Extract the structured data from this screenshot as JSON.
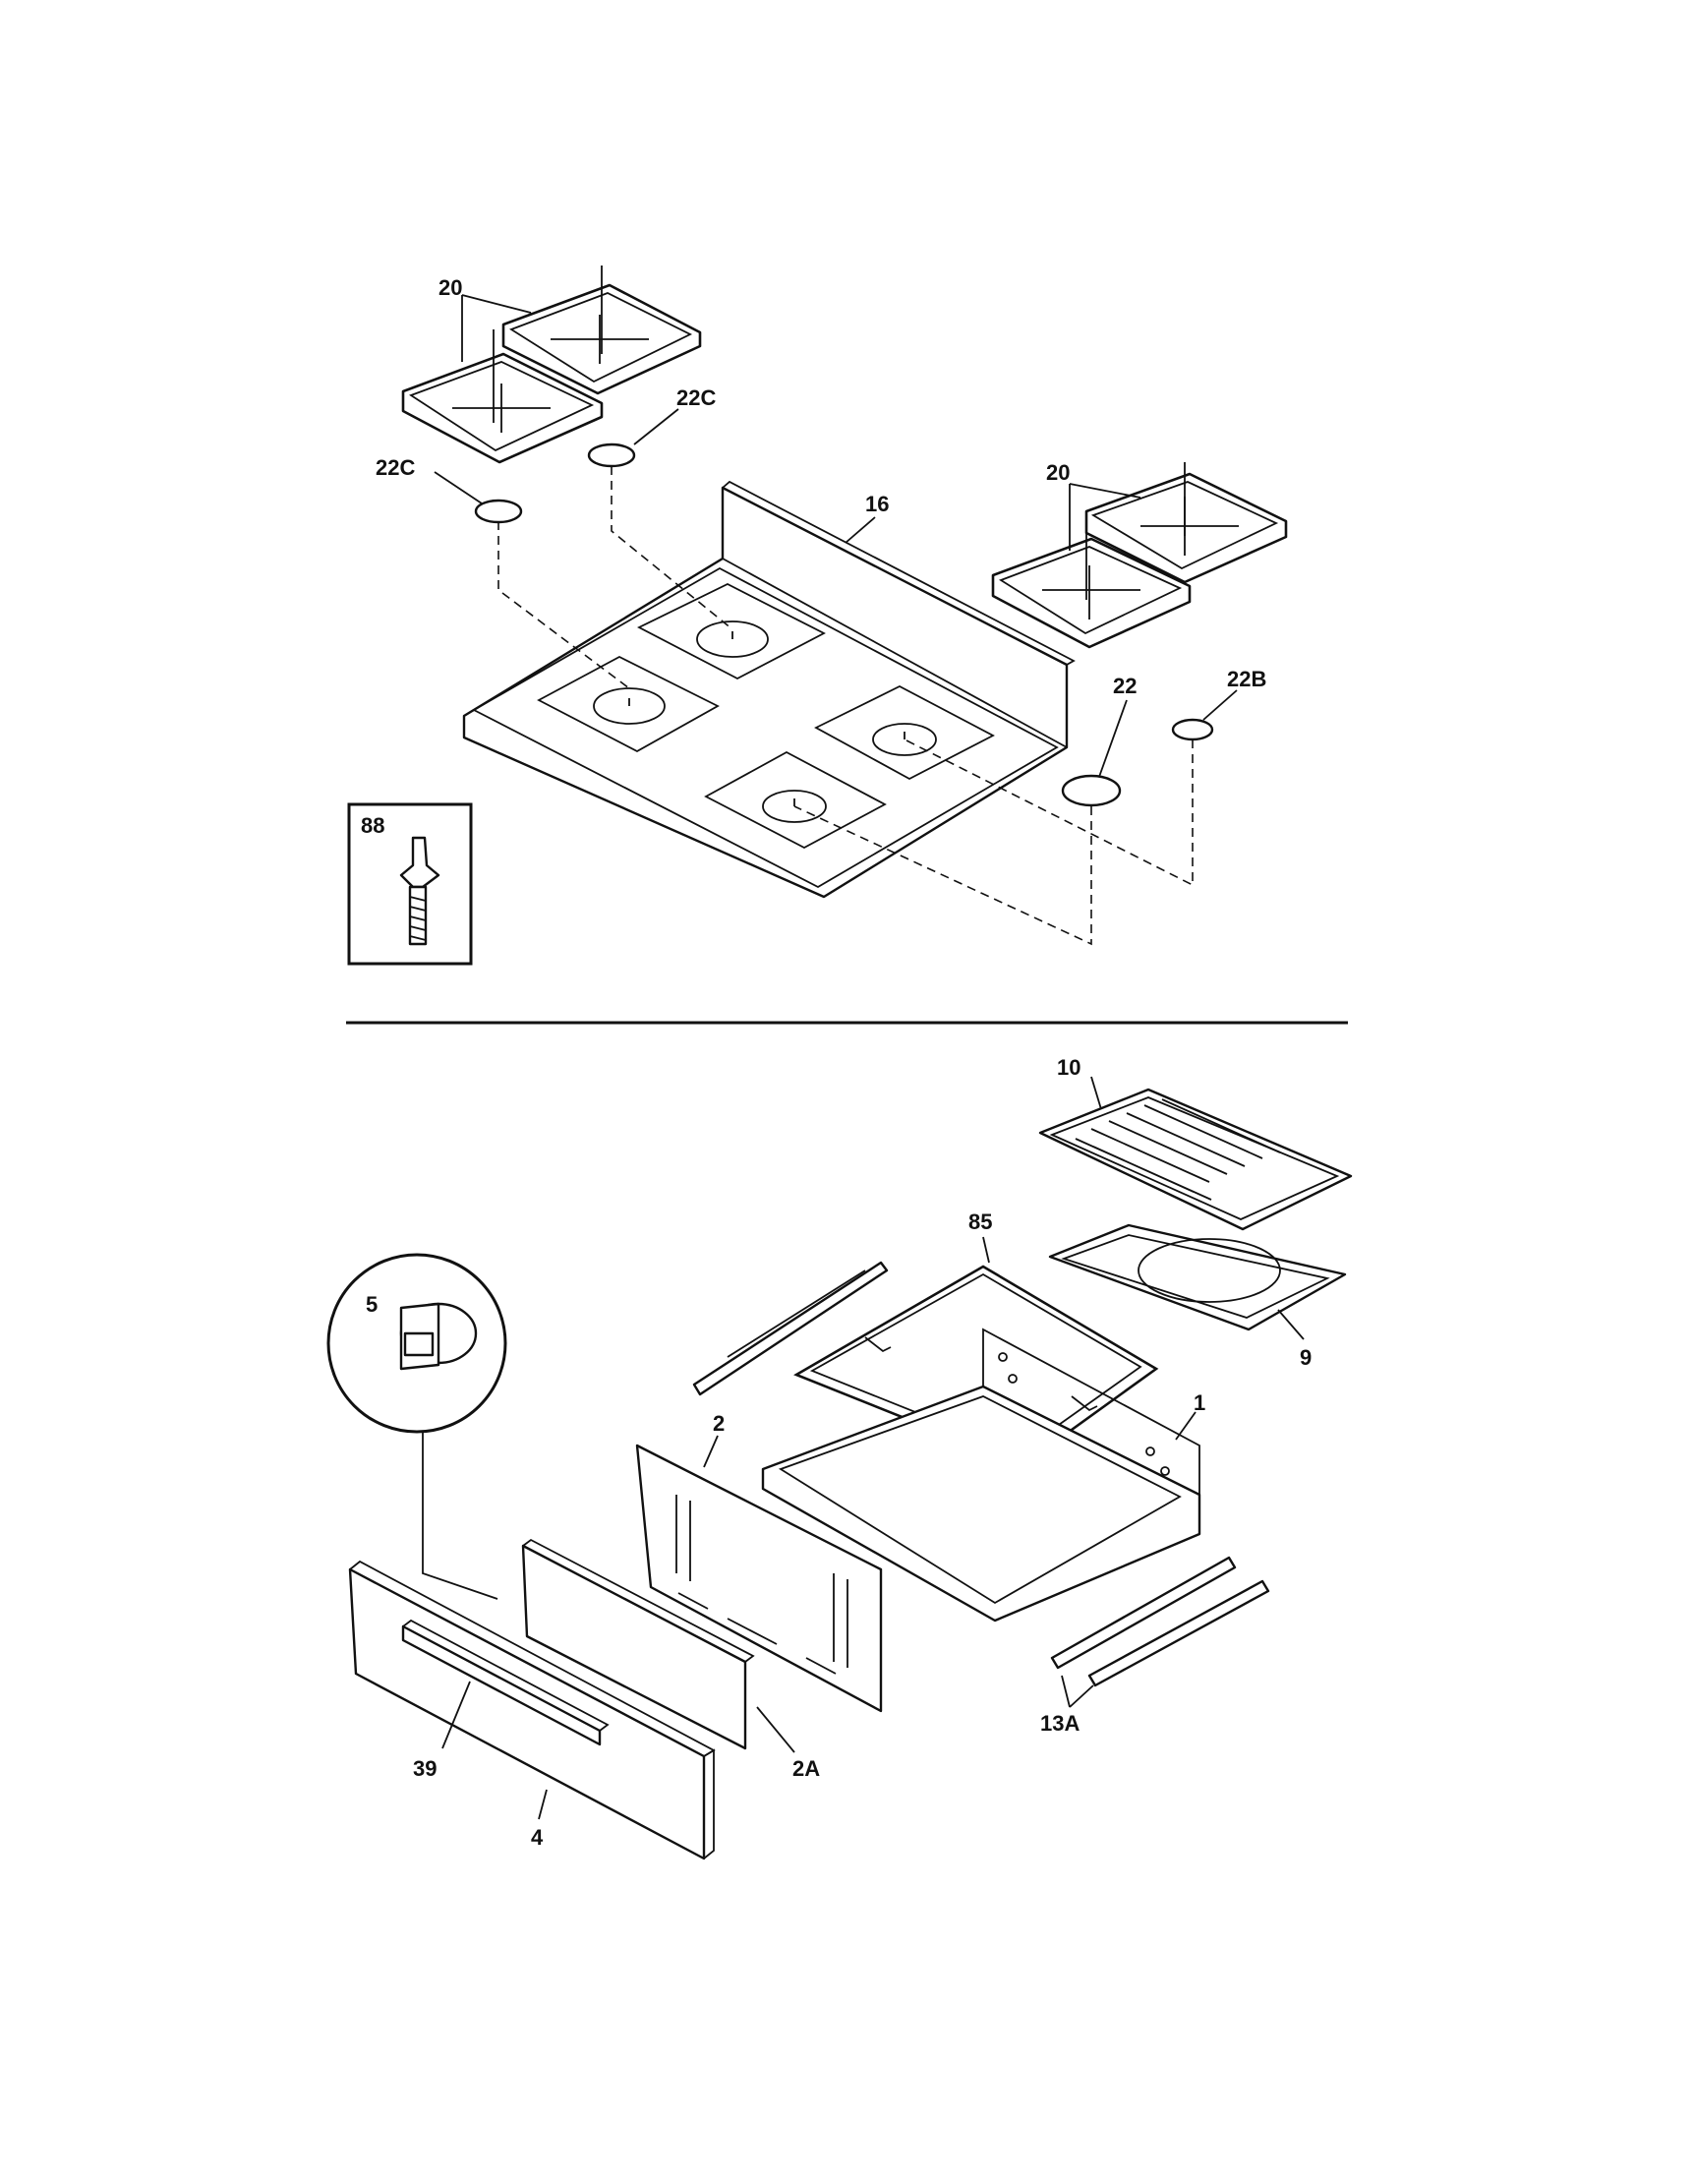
{
  "callouts": {
    "c20a": "20",
    "c22c_right": "22C",
    "c22c_left": "22C",
    "c16": "16",
    "c20b": "20",
    "c22": "22",
    "c22b": "22B",
    "c88": "88",
    "c10": "10",
    "c85": "85",
    "c5": "5",
    "c9": "9",
    "c2": "2",
    "c1": "1",
    "c2a": "2A",
    "c39": "39",
    "c13a": "13A",
    "c4": "4"
  }
}
